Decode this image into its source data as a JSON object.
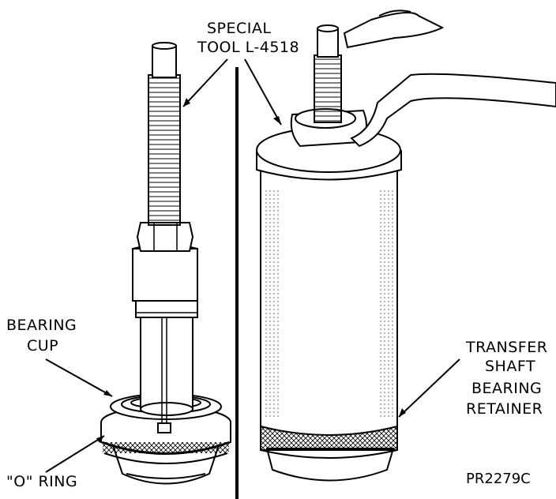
{
  "labels": {
    "special_tool_line1": "SPECIAL",
    "special_tool_line2": "TOOL L-4518",
    "bearing_cup_line1": "BEARING",
    "bearing_cup_line2": "CUP",
    "o_ring": "\"O\" RING",
    "transfer_line1": "TRANSFER",
    "transfer_line2": "SHAFT",
    "transfer_line3": "BEARING",
    "transfer_line4": "RETAINER",
    "figure_code": "PR2279C"
  },
  "colors": {
    "ink": "#000000",
    "paper": "#ffffff",
    "shade": "#d9d9d9"
  }
}
